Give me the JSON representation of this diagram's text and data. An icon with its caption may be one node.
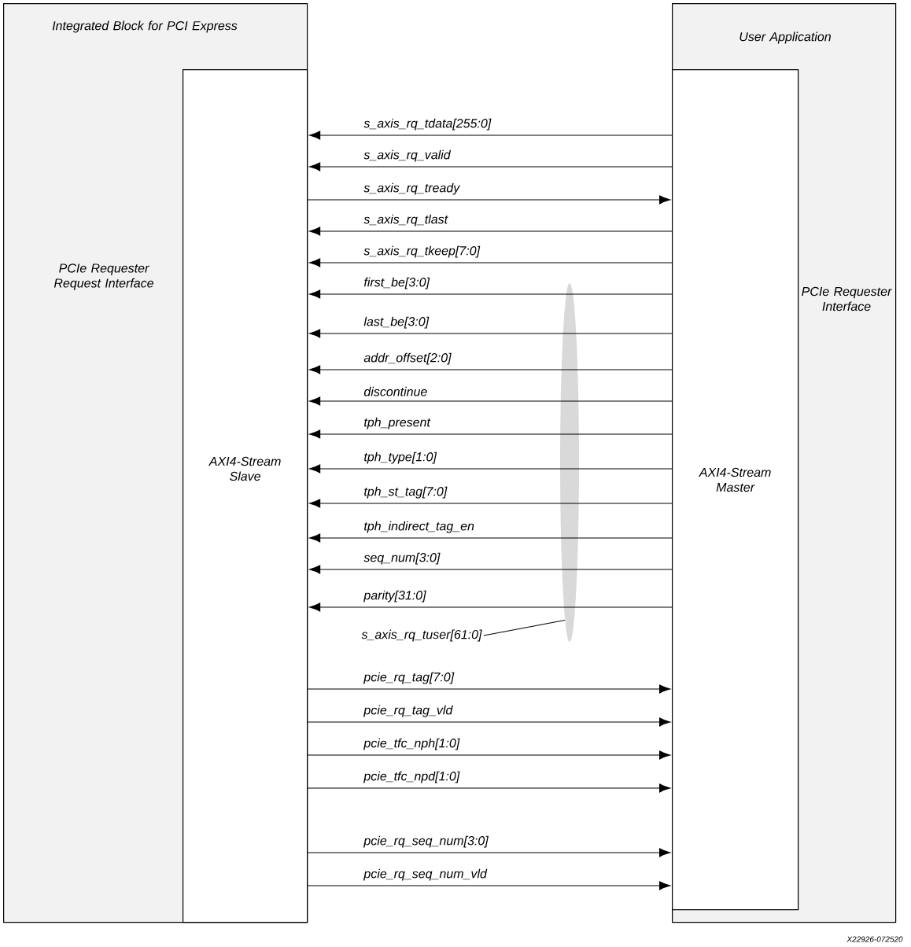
{
  "diagram": {
    "nodes": [
      {
        "text": [
          "Integrated Block for PCI Express",
          "PCIe Requester Request Interface"
        ]
      },
      {
        "text": [
          "AXI4-Stream Slave"
        ],
        "in": 0
      },
      {
        "text": [
          "User Application",
          "PCIe Requester Interface"
        ]
      },
      {
        "text": [
          "AXI4-Stream Master"
        ],
        "in": 2
      },
      {
        "text": [
          "s_axis_rq_tuser[61:0]"
        ]
      },
      {
        "text": [],
        "shape": "ellipse"
      }
    ],
    "edges": [
      {
        "from": 3,
        "to": 1,
        "arrow": "to",
        "label": "s_axis_rq_tdata[255:0]"
      },
      {
        "from": 3,
        "to": 1,
        "arrow": "to",
        "label": "s_axis_rq_valid"
      },
      {
        "from": 1,
        "to": 3,
        "arrow": "to",
        "label": "s_axis_rq_tready"
      },
      {
        "from": 3,
        "to": 1,
        "arrow": "to",
        "label": "s_axis_rq_tlast"
      },
      {
        "from": 3,
        "to": 1,
        "arrow": "to",
        "label": "s_axis_rq_tkeep[7:0]"
      },
      {
        "from": 3,
        "to": 1,
        "arrow": "to",
        "label": "first_be[3:0]"
      },
      {
        "from": 3,
        "to": 1,
        "arrow": "to",
        "label": "last_be[3:0]"
      },
      {
        "from": 3,
        "to": 1,
        "arrow": "to",
        "label": "addr_offset[2:0]"
      },
      {
        "from": 3,
        "to": 1,
        "arrow": "to",
        "label": "discontinue"
      },
      {
        "from": 3,
        "to": 1,
        "arrow": "to",
        "label": "tph_present"
      },
      {
        "from": 3,
        "to": 1,
        "arrow": "to",
        "label": "tph_type[1:0]"
      },
      {
        "from": 3,
        "to": 1,
        "arrow": "to",
        "label": "tph_st_tag[7:0]"
      },
      {
        "from": 3,
        "to": 1,
        "arrow": "to",
        "label": "tph_indirect_tag_en"
      },
      {
        "from": 3,
        "to": 1,
        "arrow": "to",
        "label": "seq_num[3:0]"
      },
      {
        "from": 3,
        "to": 1,
        "arrow": "to",
        "label": "parity[31:0]"
      },
      {
        "from": 4,
        "to": 5,
        "arrow": "none"
      },
      {
        "from": 1,
        "to": 3,
        "arrow": "to",
        "label": "pcie_rq_tag[7:0]"
      },
      {
        "from": 1,
        "to": 3,
        "arrow": "to",
        "label": "pcie_rq_tag_vld"
      },
      {
        "from": 1,
        "to": 3,
        "arrow": "to",
        "label": "pcie_tfc_nph[1:0]"
      },
      {
        "from": 1,
        "to": 3,
        "arrow": "to",
        "label": "pcie_tfc_npd[1:0]"
      },
      {
        "from": 1,
        "to": 3,
        "arrow": "to",
        "label": "pcie_rq_seq_num[3:0]"
      },
      {
        "from": 1,
        "to": 3,
        "arrow": "to",
        "label": "pcie_rq_seq_num_vld"
      }
    ],
    "labels": [
      "X22926-072520"
    ]
  }
}
